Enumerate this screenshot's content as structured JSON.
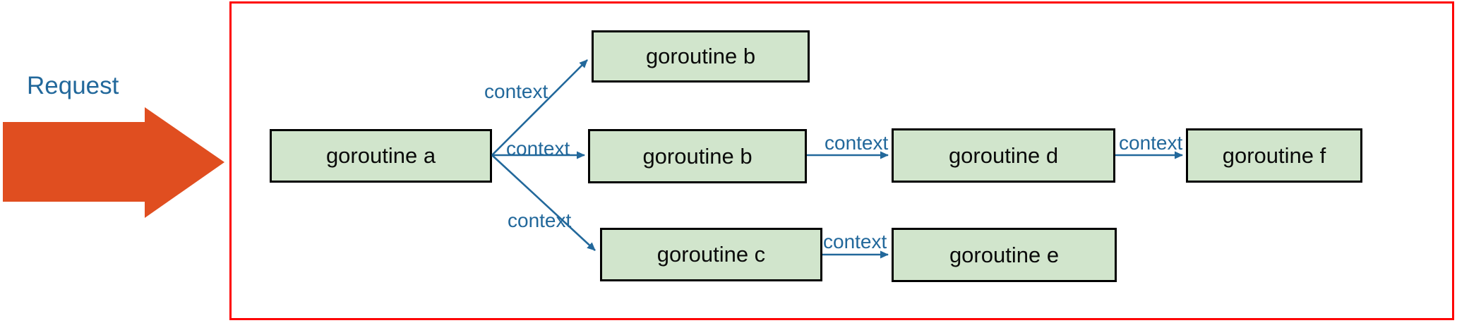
{
  "diagram": {
    "request_label": "Request",
    "boxes": [
      {
        "id": "goroutine-a",
        "label": "goroutine a"
      },
      {
        "id": "goroutine-b-top",
        "label": "goroutine b"
      },
      {
        "id": "goroutine-b-mid",
        "label": "goroutine b"
      },
      {
        "id": "goroutine-c",
        "label": "goroutine c"
      },
      {
        "id": "goroutine-d",
        "label": "goroutine d"
      },
      {
        "id": "goroutine-e",
        "label": "goroutine e"
      },
      {
        "id": "goroutine-f",
        "label": "goroutine f"
      }
    ],
    "edges": [
      {
        "from": "goroutine-a",
        "to": "goroutine-b-top",
        "label": "context"
      },
      {
        "from": "goroutine-a",
        "to": "goroutine-b-mid",
        "label": "context"
      },
      {
        "from": "goroutine-a",
        "to": "goroutine-c",
        "label": "context"
      },
      {
        "from": "goroutine-b-mid",
        "to": "goroutine-d",
        "label": "context"
      },
      {
        "from": "goroutine-d",
        "to": "goroutine-f",
        "label": "context"
      },
      {
        "from": "goroutine-c",
        "to": "goroutine-e",
        "label": "context"
      }
    ],
    "colors": {
      "node_fill": "#D1E5CC",
      "node_border": "#000000",
      "edge_blue": "#22689B",
      "request_arrow_orange": "#E04E20",
      "frame_red": "#FE0000"
    }
  }
}
